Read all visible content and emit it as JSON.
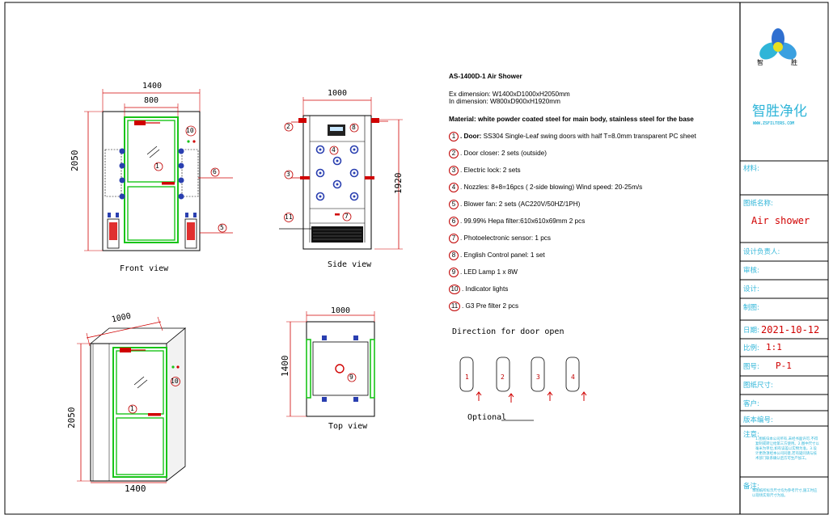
{
  "spec": {
    "title": "AS-1400D-1 Air Shower",
    "ex_dimension": "Ex dimension: W1400xD1000xH2050mm",
    "in_dimension": "In dimension: W800xD900xH1920mm",
    "material": "Material: white powder coated steel for main body, stainless steel for the base",
    "items": [
      {
        "num": "1",
        "bold": ". Door:",
        "text": " SS304 Single-Leaf swing doors with half T=8.0mm transparent PC sheet"
      },
      {
        "num": "2",
        "bold": "",
        "text": ". Door closer: 2 sets (outside)"
      },
      {
        "num": "3",
        "bold": "",
        "text": ". Electric lock: 2 sets"
      },
      {
        "num": "4",
        "bold": "",
        "text": ". Nozzles: 8+8=16pcs ( 2-side blowing)  Wind speed: 20-25m/s"
      },
      {
        "num": "5",
        "bold": "",
        "text": ". Blower fan: 2 sets   (AC220V/50HZ/1PH)"
      },
      {
        "num": "6",
        "bold": "",
        "text": ". 99.99% Hepa filter:610x610x69mm 2 pcs"
      },
      {
        "num": "7",
        "bold": "",
        "text": ". Photoelectronic sensor: 1 pcs"
      },
      {
        "num": "8",
        "bold": "",
        "text": ". English Control  panel: 1 set"
      },
      {
        "num": "9",
        "bold": "",
        "text": ". LED Lamp  1 x 8W"
      },
      {
        "num": "10",
        "bold": "",
        "text": ". Indicator lights"
      },
      {
        "num": "11",
        "bold": "",
        "text": ". G3 Pre filter  2 pcs"
      }
    ]
  },
  "views": {
    "front": {
      "label": "Front view",
      "width": "1400",
      "door_width": "800",
      "height": "2050"
    },
    "side": {
      "label": "Side view",
      "depth": "1000",
      "inner_height": "1920"
    },
    "iso": {
      "depth": "1000",
      "height": "2050",
      "width": "1400"
    },
    "top": {
      "label": "Top view",
      "depth": "1000",
      "width": "1400"
    }
  },
  "door_direction": {
    "title": "Direction for door open",
    "optional": "Optional",
    "doors": [
      "1",
      "2",
      "3",
      "4"
    ]
  },
  "title_block": {
    "company": "智胜净化",
    "website": "WWW.ZSFILTERS.COM",
    "logo_chars": [
      "智",
      "胜"
    ],
    "rows": [
      {
        "label": "材料:",
        "value": ""
      },
      {
        "label": "图纸名称:",
        "value": "Air shower"
      },
      {
        "label": "设计负责人:",
        "value": ""
      },
      {
        "label": "审核:",
        "value": ""
      },
      {
        "label": "设计:",
        "value": ""
      },
      {
        "label": "制图:",
        "value": ""
      },
      {
        "label": "日期:",
        "value": "2021-10-12"
      },
      {
        "label": "比例:",
        "value": "1:1"
      },
      {
        "label": "图号:",
        "value": "P-1"
      },
      {
        "label": "图纸尺寸:",
        "value": ""
      },
      {
        "label": "客户:",
        "value": ""
      },
      {
        "label": "版本编号:",
        "value": ""
      },
      {
        "label": "注意:",
        "value": ""
      },
      {
        "label": "备注:",
        "value": ""
      }
    ],
    "note_text": "    1.图纸归本公司所有,未经书面许可,不得复制或转让给第三方使用。2.图中尺寸以毫米为单位,如有误差以实物为准。3.设计更改须经本公司同意,若有疑问请与技术部门联系确认后方可生产加工。",
    "remark_text": "    本图纸所标示尺寸均为参考尺寸,施工时应以现场实际尺寸为准。"
  },
  "colors": {
    "frame_green": "#19c419",
    "dim_red": "#d00000",
    "nozzle_blue": "#2a3fb0",
    "logo_blue": "#2fb5d8"
  }
}
